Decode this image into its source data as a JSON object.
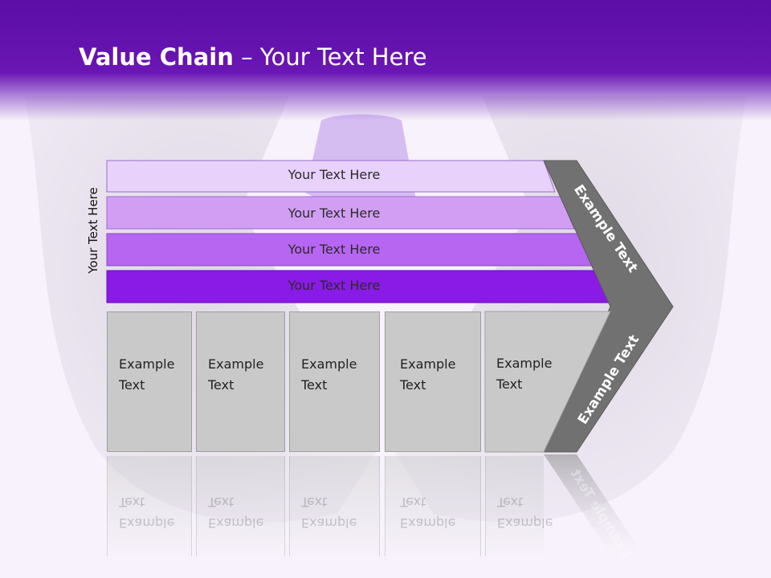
{
  "slide": {
    "title_bold": "Value Chain",
    "title_rest": " – Your Text Here"
  },
  "side_label": "Your Text Here",
  "bars": [
    {
      "label": "Your Text Here",
      "color": "#e8d2fb"
    },
    {
      "label": "Your Text Here",
      "color": "#d29ef4"
    },
    {
      "label": "Your Text Here",
      "color": "#b766f2"
    },
    {
      "label": "Your Text Here",
      "color": "#8a1ae6"
    }
  ],
  "boxes": [
    {
      "line1": "Example",
      "line2": "Text"
    },
    {
      "line1": "Example",
      "line2": "Text"
    },
    {
      "line1": "Example",
      "line2": "Text"
    },
    {
      "line1": "Example",
      "line2": "Text"
    },
    {
      "line1": "Example",
      "line2": "Text"
    }
  ],
  "chevron": {
    "top_label": "Example Text",
    "bottom_label": "Example Text",
    "color": "#717171"
  },
  "colors": {
    "header": "#5b0da6",
    "box_fill": "#c9c9c9"
  }
}
